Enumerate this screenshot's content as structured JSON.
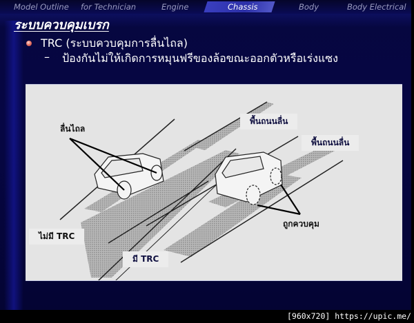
{
  "nav": {
    "items": [
      {
        "label": "Model Outline",
        "active": false
      },
      {
        "label": "for Technician",
        "active": false
      },
      {
        "label": "Engine",
        "active": false
      },
      {
        "label": "Chassis",
        "active": true
      },
      {
        "label": "Body",
        "active": false
      },
      {
        "label": "Body Electrical",
        "active": false
      }
    ]
  },
  "slide": {
    "title": "ระบบควบคุมเบรก",
    "bullet": {
      "text": "TRC (ระบบควบคุมการลื่นไถล)",
      "sub_dash": "–",
      "sub_text": "ป้องกันไม่ให้เกิดการหมุนฟรีของล้อขณะออกตัวหรือเร่งแซง"
    }
  },
  "figure": {
    "labels": {
      "slip": "ลื่นไถล",
      "slippery_road_1": "พื้นถนนลื่น",
      "slippery_road_2": "พื้นถนนลื่น",
      "controlled": "ถูกควบคุม",
      "without_trc": "ไม่มี TRC",
      "with_trc": "มี TRC"
    }
  },
  "footer": {
    "text": "[960x720] https://upic.me/"
  },
  "colors": {
    "background": "#060644",
    "accent_tab": "#3a3fc0",
    "figure_bg": "#e4e4e4",
    "bullet": "#e8786a"
  }
}
